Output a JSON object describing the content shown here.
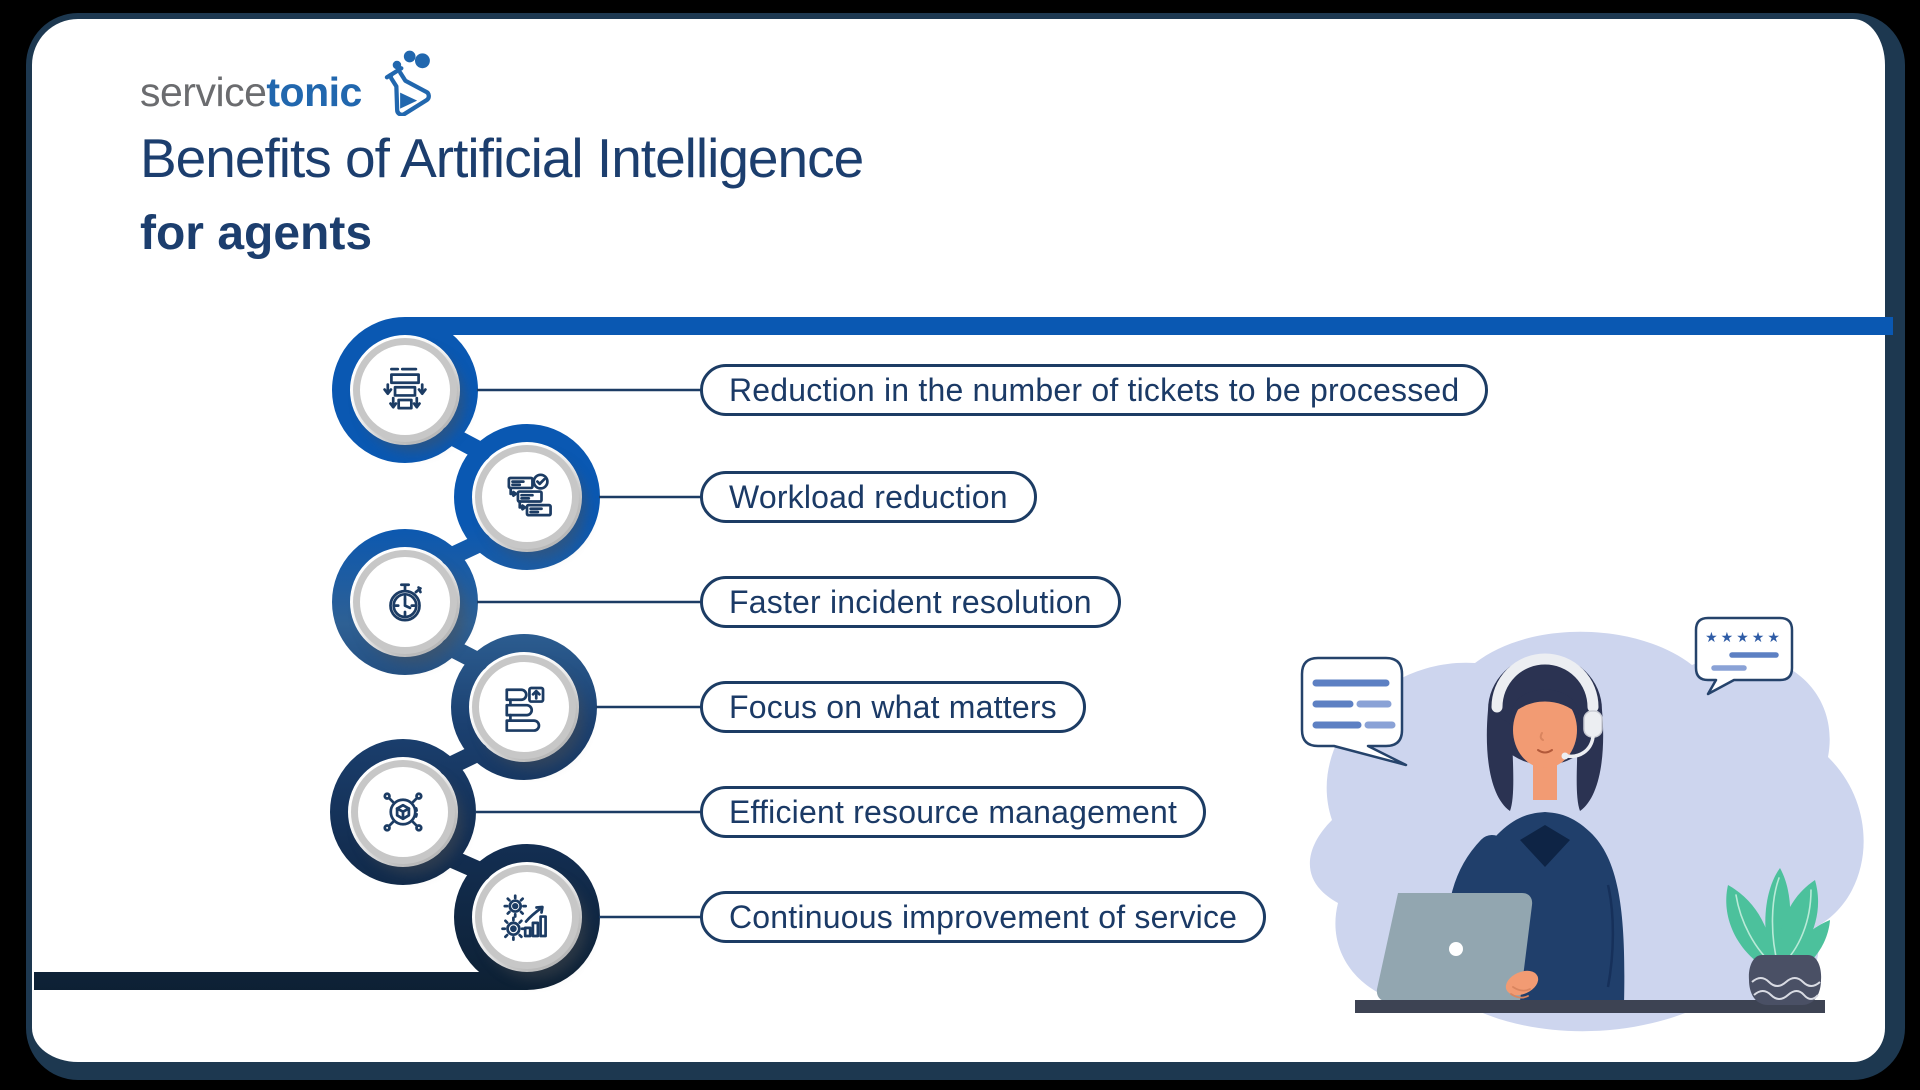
{
  "brand": {
    "name_gray": "service",
    "name_blue": "tonic"
  },
  "header": {
    "title": "Benefits of Artificial Intelligence",
    "subtitle": "for agents"
  },
  "benefits": [
    {
      "label": "Reduction in the number of tickets to be processed",
      "icon": "tickets-reduction-icon"
    },
    {
      "label": "Workload reduction",
      "icon": "workload-reduction-icon"
    },
    {
      "label": "Faster incident resolution",
      "icon": "stopwatch-icon"
    },
    {
      "label": "Focus on what matters",
      "icon": "priority-tasks-icon"
    },
    {
      "label": "Efficient resource management",
      "icon": "resource-network-icon"
    },
    {
      "label": "Continuous improvement of service",
      "icon": "gears-growth-icon"
    }
  ],
  "illustration": {
    "review_stars": "★★★★★"
  },
  "colors": {
    "accent_blue": "#0a58b2",
    "navy": "#1c3c64",
    "dark_navy": "#0d2033",
    "card_border": "#1d3850",
    "gray_ring": "#c7c7c7",
    "logo_gray": "#6b6c6f",
    "logo_blue": "#2167ae",
    "blob": "#cdd5ee",
    "bubble_line_dark": "#5d80c3",
    "bubble_line_light": "#8aa2d6",
    "skin": "#f29b73",
    "shirt": "#203f6b",
    "hair": "#2b3352",
    "laptop": "#92a6b0",
    "desk": "#3d4353",
    "leaf_green": "#4cc19c",
    "vase": "#4a5065"
  }
}
